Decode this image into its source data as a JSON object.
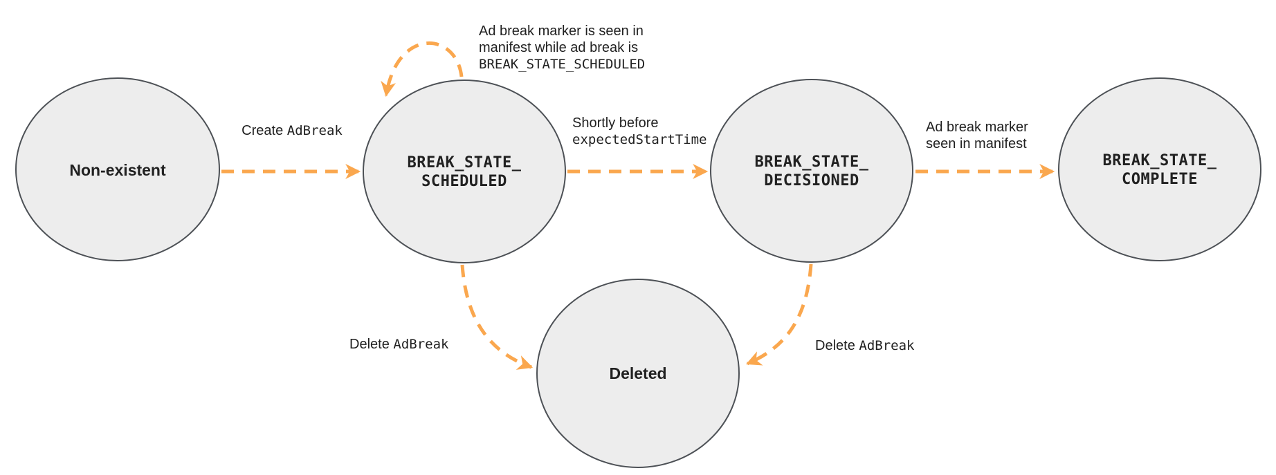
{
  "colors": {
    "arrow": "#FAA74E",
    "node_fill": "#EDEDED",
    "node_border": "#4D5156",
    "text": "#212121",
    "background": "#FFFFFF"
  },
  "states": {
    "non_existent": {
      "label": "Non-existent"
    },
    "scheduled": {
      "line1": "BREAK_STATE_",
      "line2": "SCHEDULED"
    },
    "decisioned": {
      "line1": "BREAK_STATE_",
      "line2": "DECISIONED"
    },
    "complete": {
      "line1": "BREAK_STATE_",
      "line2": "COMPLETE"
    },
    "deleted": {
      "label": "Deleted"
    }
  },
  "transitions": {
    "create": {
      "sans": "Create",
      "mono": "AdBreak"
    },
    "self_loop": {
      "line1": "Ad break marker is seen in",
      "line2": "manifest while ad break is",
      "line3": "BREAK_STATE_SCHEDULED"
    },
    "shortly_before": {
      "line1": "Shortly before",
      "line2": "expectedStartTime"
    },
    "marker_seen": {
      "line1": "Ad break marker",
      "line2": "seen in manifest"
    },
    "delete_left": {
      "sans": "Delete",
      "mono": "AdBreak"
    },
    "delete_right": {
      "sans": "Delete",
      "mono": "AdBreak"
    }
  }
}
